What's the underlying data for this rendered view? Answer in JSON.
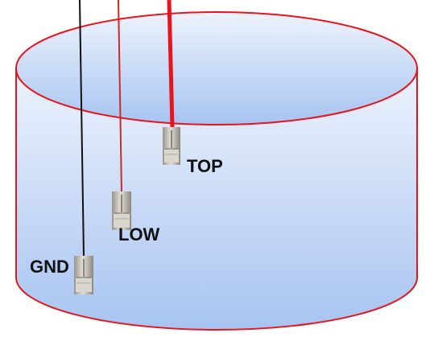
{
  "probes": {
    "top": {
      "label": "TOP"
    },
    "low": {
      "label": "LOW"
    },
    "gnd": {
      "label": "GND"
    }
  },
  "colors": {
    "tank_outline": "#e8141c",
    "tank_fill_top": "#e9f0fb",
    "tank_fill_bottom": "#a9c6f2",
    "gnd_wire": "#111111",
    "low_wire": "#c92a2a",
    "top_wire": "#e8141c",
    "sensor_body": "#c8c3bb"
  },
  "icons": {
    "sensor": "level-sensor-icon"
  }
}
